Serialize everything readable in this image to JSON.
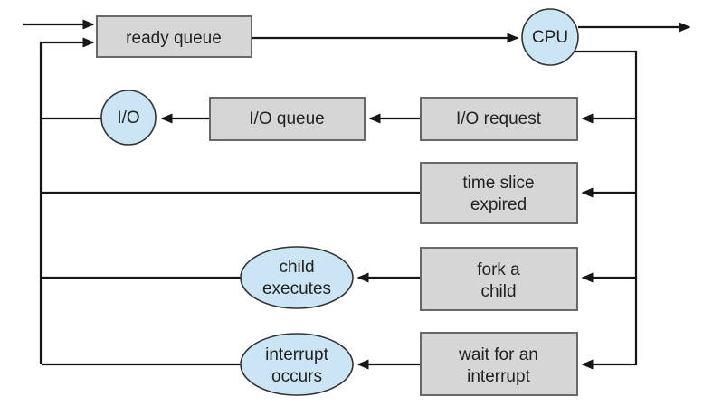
{
  "diagram": {
    "kind": "process-scheduling-queueing-diagram",
    "colors": {
      "box_fill": "#d6d6d6",
      "box_border": "#696969",
      "bubble_fill": "#cbe5f4",
      "bubble_border": "#333333",
      "line": "#161616",
      "text": "#222222",
      "background": "#ffffff"
    },
    "nodes": {
      "ready_queue": {
        "shape": "rect",
        "label": "ready queue"
      },
      "cpu": {
        "shape": "circle",
        "label": "CPU"
      },
      "io": {
        "shape": "circle",
        "label": "I/O"
      },
      "io_queue": {
        "shape": "rect",
        "label": "I/O queue"
      },
      "io_request": {
        "shape": "rect",
        "label": "I/O request"
      },
      "time_slice_expired": {
        "shape": "rect",
        "line1": "time slice",
        "line2": "expired"
      },
      "fork_a_child": {
        "shape": "rect",
        "line1": "fork a",
        "line2": "child"
      },
      "child_executes": {
        "shape": "ellipse",
        "line1": "child",
        "line2": "executes"
      },
      "wait_for_interrupt": {
        "shape": "rect",
        "line1": "wait for an",
        "line2": "interrupt"
      },
      "interrupt_occurs": {
        "shape": "ellipse",
        "line1": "interrupt",
        "line2": "occurs"
      }
    },
    "edges": [
      {
        "from": "external-in",
        "to": "ready_queue",
        "arrow": true
      },
      {
        "from": "feedback-rail",
        "to": "ready_queue",
        "arrow": true
      },
      {
        "from": "ready_queue",
        "to": "cpu",
        "arrow": true
      },
      {
        "from": "cpu",
        "to": "external-out",
        "arrow": true
      },
      {
        "from": "cpu",
        "to": "right-rail",
        "arrow": false
      },
      {
        "from": "right-rail",
        "to": "io_request",
        "arrow": true
      },
      {
        "from": "io_request",
        "to": "io_queue",
        "arrow": true
      },
      {
        "from": "io_queue",
        "to": "io",
        "arrow": true
      },
      {
        "from": "io",
        "to": "feedback-rail",
        "arrow": false
      },
      {
        "from": "right-rail",
        "to": "time_slice_expired",
        "arrow": true
      },
      {
        "from": "time_slice_expired",
        "to": "feedback-rail",
        "arrow": false
      },
      {
        "from": "right-rail",
        "to": "fork_a_child",
        "arrow": true
      },
      {
        "from": "fork_a_child",
        "to": "child_executes",
        "arrow": true
      },
      {
        "from": "child_executes",
        "to": "feedback-rail",
        "arrow": false
      },
      {
        "from": "right-rail",
        "to": "wait_for_interrupt",
        "arrow": true
      },
      {
        "from": "wait_for_interrupt",
        "to": "interrupt_occurs",
        "arrow": true
      },
      {
        "from": "interrupt_occurs",
        "to": "feedback-rail",
        "arrow": false
      }
    ]
  }
}
